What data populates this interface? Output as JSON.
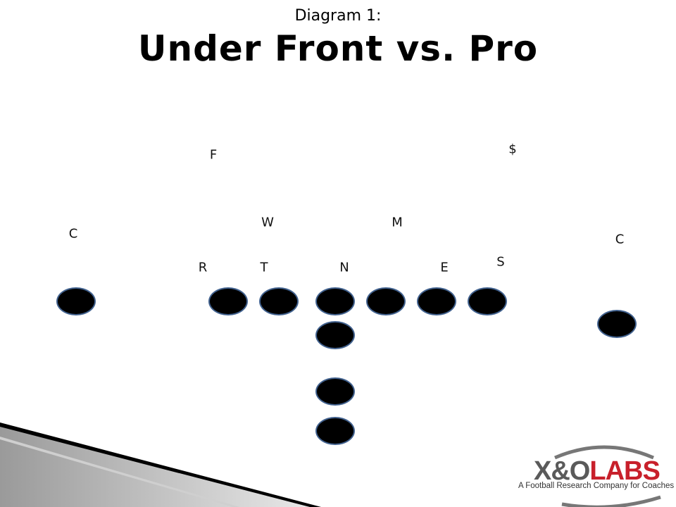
{
  "header": {
    "caption": "Diagram 1:",
    "title": "Under Front vs. Pro"
  },
  "defense_labels": [
    "F",
    "$",
    "W",
    "M",
    "C",
    "C",
    "R",
    "T",
    "N",
    "E",
    "S"
  ],
  "offense": {
    "players": [
      "split-end",
      "tackle",
      "guard",
      "center",
      "guard",
      "tackle",
      "tight-end",
      "flanker",
      "quarterback",
      "fullback",
      "tailback"
    ]
  },
  "logo": {
    "xo": "X&O",
    "labs": "LABS",
    "tagline": "A Football Research Company for Coaches"
  },
  "colors": {
    "player_fill": "#000000",
    "player_stroke": "#41618e",
    "logo_red": "#c8202b",
    "logo_gray": "#5a5a5a"
  }
}
